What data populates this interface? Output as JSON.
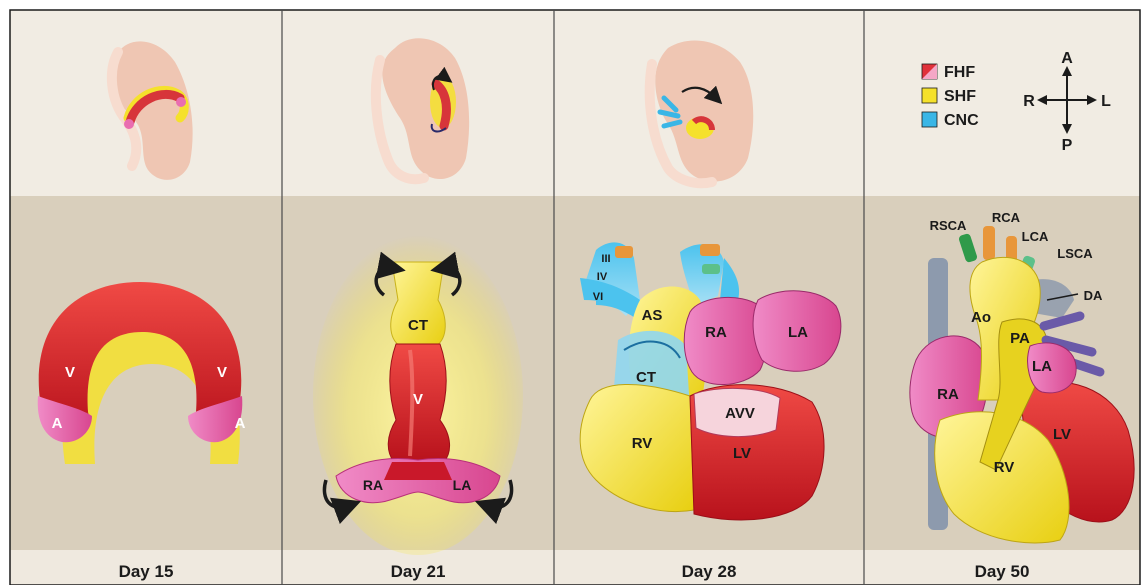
{
  "legend": {
    "items": [
      {
        "label": "FHF",
        "color": "#e0313a",
        "color2": "#f4a7c6"
      },
      {
        "label": "SHF",
        "color": "#f5e12b"
      },
      {
        "label": "CNC",
        "color": "#3ab6e6"
      }
    ],
    "compass": {
      "anterior": "A",
      "posterior": "P",
      "right": "R",
      "left": "L"
    }
  },
  "panels": [
    {
      "day": "Day 15",
      "labels": {
        "v_left": "V",
        "v_right": "V",
        "a_left": "A",
        "a_right": "A"
      }
    },
    {
      "day": "Day 21",
      "labels": {
        "ct": "CT",
        "v": "V",
        "ra": "RA",
        "la": "LA"
      }
    },
    {
      "day": "Day 28",
      "labels": {
        "iii": "III",
        "iv": "IV",
        "vi": "VI",
        "as": "AS",
        "ra": "RA",
        "la": "LA",
        "ct": "CT",
        "avv": "AVV",
        "rv": "RV",
        "lv": "LV"
      }
    },
    {
      "day": "Day 50",
      "labels": {
        "rsca": "RSCA",
        "rca": "RCA",
        "lca": "LCA",
        "lsca": "LSCA",
        "da": "DA",
        "ao": "Ao",
        "pa": "PA",
        "la": "LA",
        "ra": "RA",
        "lv": "LV",
        "rv": "RV"
      }
    }
  ],
  "colors": {
    "top_bg": "#f1ece3",
    "bottom_bg": "#d9cfbc",
    "caption_bg": "#efe9df",
    "divider": "#4a4a4a",
    "fhf_red": "#e0313a",
    "fhf_pink": "#e96db0",
    "shf_yellow": "#f5e12b",
    "cnc_blue": "#3ab6e6",
    "embryo": "#efc6b3",
    "vessel_gray": "#8d9aad"
  }
}
